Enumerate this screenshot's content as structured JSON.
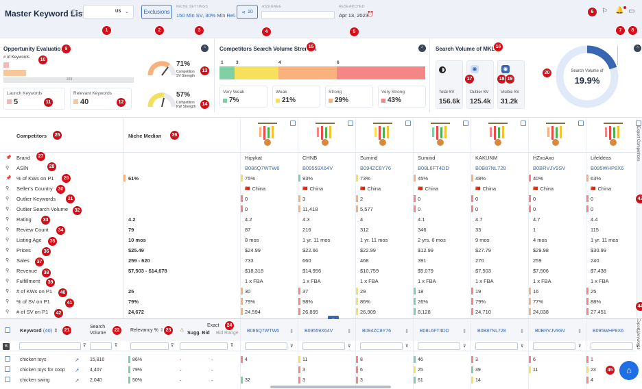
{
  "header": {
    "title": "Master Keyword List",
    "info_icon": "info-icon",
    "marketplace": "US",
    "exclusions": "Exclusions",
    "niche_settings_label": "NICHE SETTINGS",
    "niche_settings_value": "150 Min SV, 30% Min Rel.",
    "share_count": "10",
    "assignee_label": "ASSIGNEE",
    "researched_label": "RESEARCHED",
    "researched_date": "Apr 13, 2023"
  },
  "opportunity": {
    "title": "Opportunity Evaluation",
    "keywords_label": "# of Keywords",
    "bar_value_1": "40",
    "bar_value_2": "223",
    "launch_label": "Launch Keywords",
    "launch_value": "5",
    "relevant_label": "Relevant Keywords",
    "relevant_value": "40",
    "gauge1_pct": "71%",
    "gauge1_label1": "Competition",
    "gauge1_label2": "SV Strength",
    "gauge2_pct": "57%",
    "gauge2_label1": "Competition",
    "gauge2_label2": "KW Strength"
  },
  "competitors_sv": {
    "title": "Competitors Search Volume Strength",
    "seg_labels": [
      "1",
      "3",
      "4",
      "6"
    ],
    "boxes": [
      {
        "label": "Very Weak",
        "value": "7%",
        "color": "#7fd1a4"
      },
      {
        "label": "Weak",
        "value": "21%",
        "color": "#f7e15c"
      },
      {
        "label": "Strong",
        "value": "29%",
        "color": "#f9b17e"
      },
      {
        "label": "Very Strong",
        "value": "43%",
        "color": "#f48686"
      }
    ]
  },
  "mkl": {
    "title": "Search Volume of MKL",
    "cards": [
      {
        "label": "Total SV",
        "value": "156.6k"
      },
      {
        "label": "Outlier SV",
        "value": "125.4k"
      },
      {
        "label": "Visible SV",
        "value": "31.2k"
      }
    ],
    "donut_label": "Search Volume of",
    "donut_value": "19.9%",
    "donut_fraction": 0.199
  },
  "table": {
    "competitors_label": "Competitors",
    "niche_median_label": "Niche Median",
    "row_labels": [
      "Brand",
      "ASIN",
      "% of KWs on P1",
      "Seller's Country",
      "Outlier Keywords",
      "Outlier Search Volume",
      "Rating",
      "Review Count",
      "Listing Age",
      "Prices",
      "Sales",
      "Revenue",
      "Fulfillment",
      "# of KWs on P1",
      "% of SV on P1",
      "# of SV on P1"
    ],
    "median": [
      "",
      "",
      "61%",
      "",
      "",
      "",
      "4.2",
      "79",
      "10 mos",
      "$25.49",
      "259 - 620",
      "$7,503 - $14,678",
      "",
      "25",
      "79%",
      "24,672"
    ],
    "products": [
      {
        "brand": "Hipykat",
        "asin": "B086Q7WTW6",
        "vals": [
          "75%",
          "China",
          "0",
          "0",
          "4.2",
          "87",
          "8 mos",
          "$24.99",
          "733",
          "$18,318",
          "1 x FBA",
          "30",
          "79%",
          "24,594"
        ]
      },
      {
        "brand": "CHNB",
        "asin": "B09559X64V",
        "vals": [
          "93%",
          "China",
          "3",
          "11,418",
          "4.3",
          "216",
          "1 yr. 11 mos",
          "$22.66",
          "660",
          "$14,956",
          "1 x FBA",
          "37",
          "98%",
          "26,895"
        ]
      },
      {
        "brand": "Sumind",
        "asin": "B094ZC8Y76",
        "vals": [
          "73%",
          "China",
          "2",
          "5,577",
          "4",
          "312",
          "1 yr. 11 mos",
          "$22.99",
          "468",
          "$10,759",
          "1 x FBA",
          "29",
          "86%",
          "26,909"
        ]
      },
      {
        "brand": "Sumind",
        "asin": "B08L6FT4DD",
        "vals": [
          "45%",
          "China",
          "0",
          "0",
          "4.1",
          "346",
          "2 yrs. 6 mos",
          "$12.99",
          "391",
          "$5,079",
          "1 x FBA",
          "18",
          "26%",
          "8,128"
        ]
      },
      {
        "brand": "KAKUNM",
        "asin": "B0B87NL728",
        "vals": [
          "48%",
          "China",
          "0",
          "0",
          "4.7",
          "33",
          "9 mos",
          "$27.79",
          "270",
          "$7,503",
          "1 x FBA",
          "19",
          "79%",
          "24,710"
        ]
      },
      {
        "brand": "HZxoAxo",
        "asin": "B0BRVJV9SV",
        "vals": [
          "40%",
          "China",
          "0",
          "0",
          "4.7",
          "1",
          "4 mos",
          "$29.98",
          "259",
          "$7,506",
          "1 x FBA",
          "16",
          "77%",
          "24,038"
        ]
      },
      {
        "brand": "Lifeldeas",
        "asin": "B095WHP8X6",
        "vals": [
          "63%",
          "China",
          "0",
          "0",
          "4.4",
          "115",
          "1 yr. 11 mos",
          "$30.99",
          "240",
          "$7,438",
          "1 x FBA",
          "25",
          "88%",
          "27,451"
        ]
      }
    ],
    "side_tab_1": "Export Competitors",
    "side_tab_2": "Export Keywords"
  },
  "keywords": {
    "col_keyword": "Keyword",
    "kw_count": "(40)",
    "col_sv1": "Search",
    "col_sv2": "Volume",
    "col_rel": "Relevancy %",
    "col_exact": "Exact",
    "col_sugg": "Sugg. Bid",
    "col_bid": "Bid Range",
    "filter_b": "B",
    "rows": [
      {
        "kw": "chicken toys",
        "sv": "15,810",
        "rel": "86%",
        "sugg": "-",
        "bid": "-",
        "ranks": [
          "4",
          "11",
          "8",
          "46",
          "3",
          "6",
          "1"
        ]
      },
      {
        "kw": "chicken toys for coop",
        "sv": "4,407",
        "rel": "79%",
        "sugg": "-",
        "bid": "-",
        "ranks": [
          "",
          "3",
          "6",
          "25",
          "39",
          "11",
          "23"
        ]
      },
      {
        "kw": "chicken swing",
        "sv": "2,040",
        "rel": "50%",
        "sugg": "-",
        "bid": "-",
        "ranks": [
          "32",
          "3",
          "3",
          "61",
          "14",
          "",
          "4"
        ]
      }
    ]
  },
  "badges": [
    "1",
    "2",
    "3",
    "4",
    "5",
    "6",
    "7",
    "8",
    "9",
    "10",
    "11",
    "12",
    "13",
    "14",
    "15",
    "16",
    "17",
    "18",
    "19",
    "20",
    "21",
    "22",
    "23",
    "24",
    "25",
    "26",
    "27",
    "28",
    "29",
    "30",
    "31",
    "32",
    "33",
    "34",
    "35",
    "36",
    "37",
    "38",
    "39",
    "40",
    "41",
    "42",
    "43",
    "44",
    "45"
  ]
}
